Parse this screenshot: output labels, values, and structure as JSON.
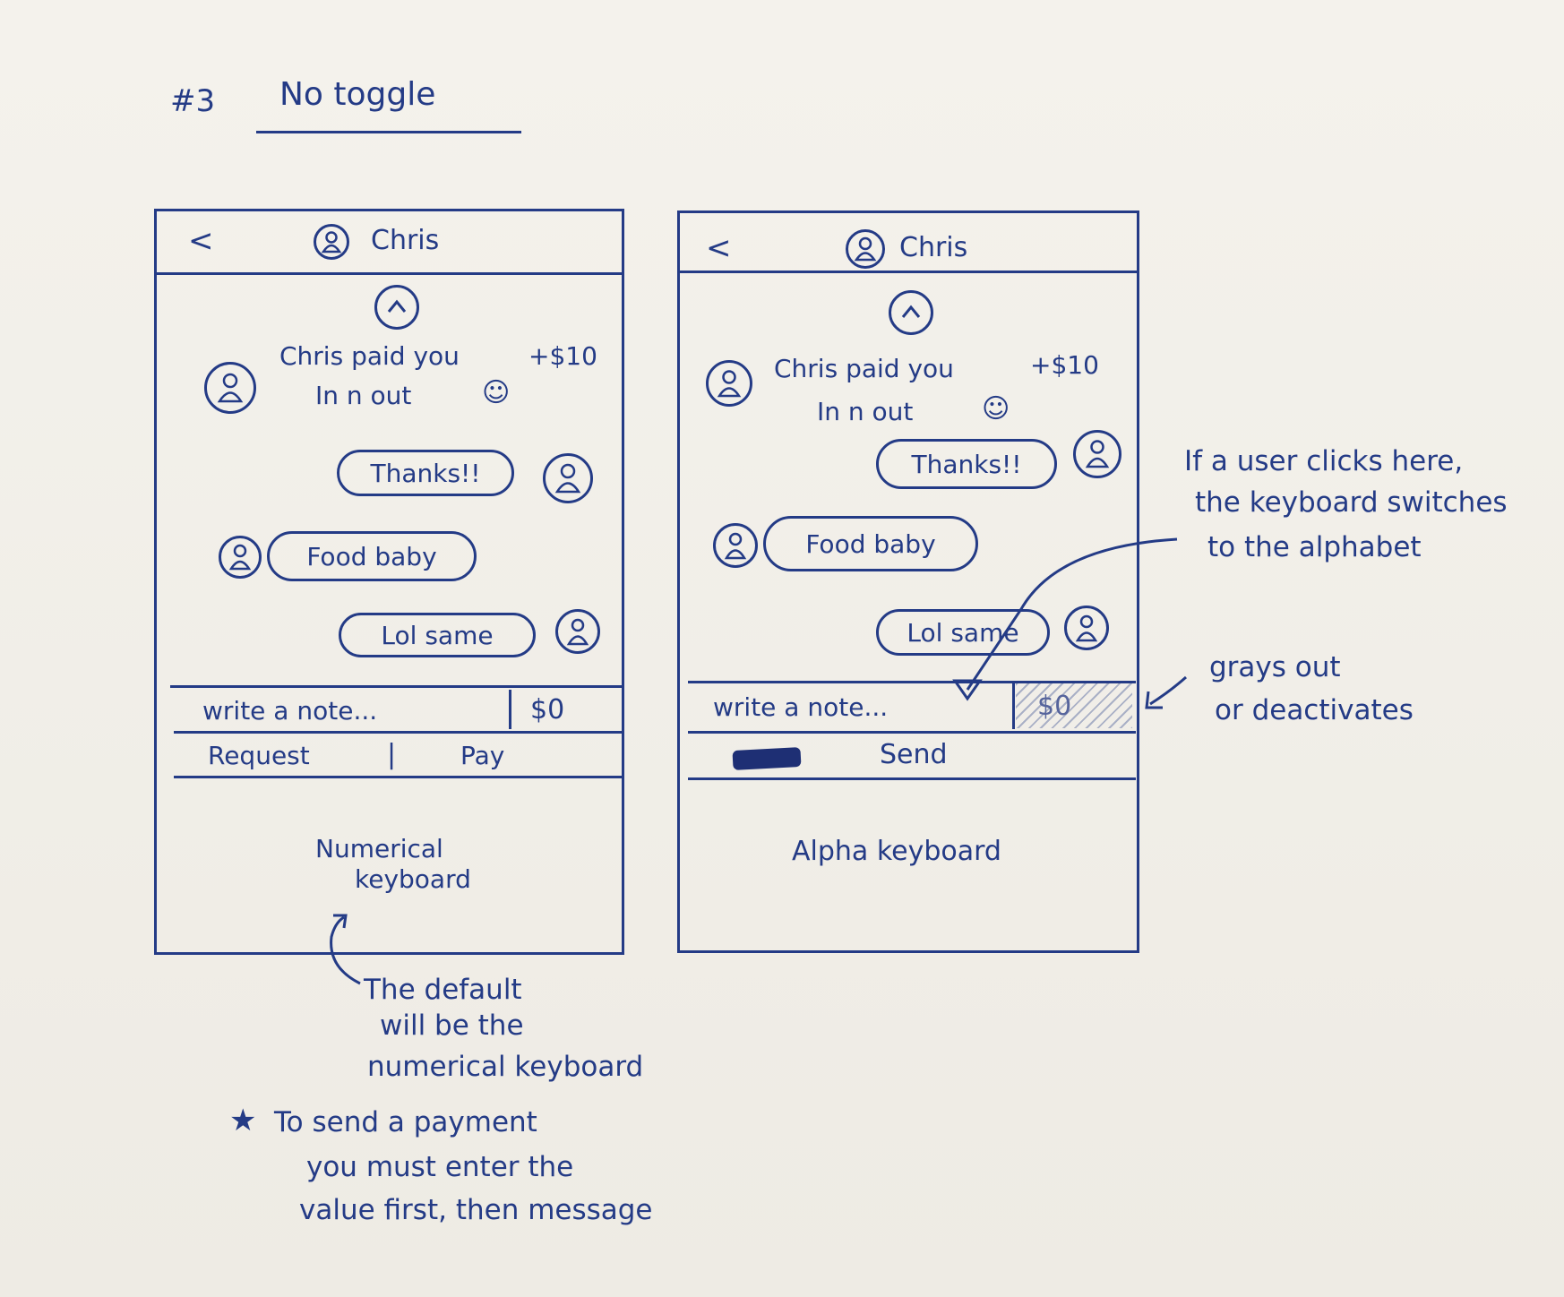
{
  "sketch": {
    "number": "#3",
    "title": "No toggle"
  },
  "phone_a": {
    "back": "<",
    "contact": "Chris",
    "message_1": "Chris paid you",
    "amount": "+$10",
    "message_1_note": "In n out",
    "smiley": "☺",
    "reply_1": "Thanks!!",
    "reply_2": "Food baby",
    "reply_3": "Lol same",
    "note_placeholder": "write a note...",
    "amount_field": "$0",
    "request_label": "Request",
    "divider": "|",
    "pay_label": "Pay",
    "keyboard_label_1": "Numerical",
    "keyboard_label_2": "keyboard"
  },
  "phone_b": {
    "back": "<",
    "contact": "Chris",
    "message_1": "Chris paid you",
    "amount": "+$10",
    "message_1_note": "In n out",
    "smiley": "☺",
    "reply_1": "Thanks!!",
    "reply_2": "Food baby",
    "reply_3": "Lol same",
    "note_placeholder": "write a note...",
    "amount_field": "$0",
    "send_label": "Send",
    "keyboard_label": "Alpha keyboard"
  },
  "annotations": {
    "click_note_1": "If a user clicks here,",
    "click_note_2": "the keyboard switches",
    "click_note_3": "to the alphabet",
    "grays_1": "grays out",
    "grays_2": "or deactivates",
    "default_1": "The default",
    "default_2": "will be the",
    "default_3": "numerical keyboard",
    "star": "★",
    "payment_1": "To send a payment",
    "payment_2": "you must enter the",
    "payment_3": "value first, then message"
  },
  "colors": {
    "ink": "#243b86",
    "paper": "#f1efe9"
  }
}
